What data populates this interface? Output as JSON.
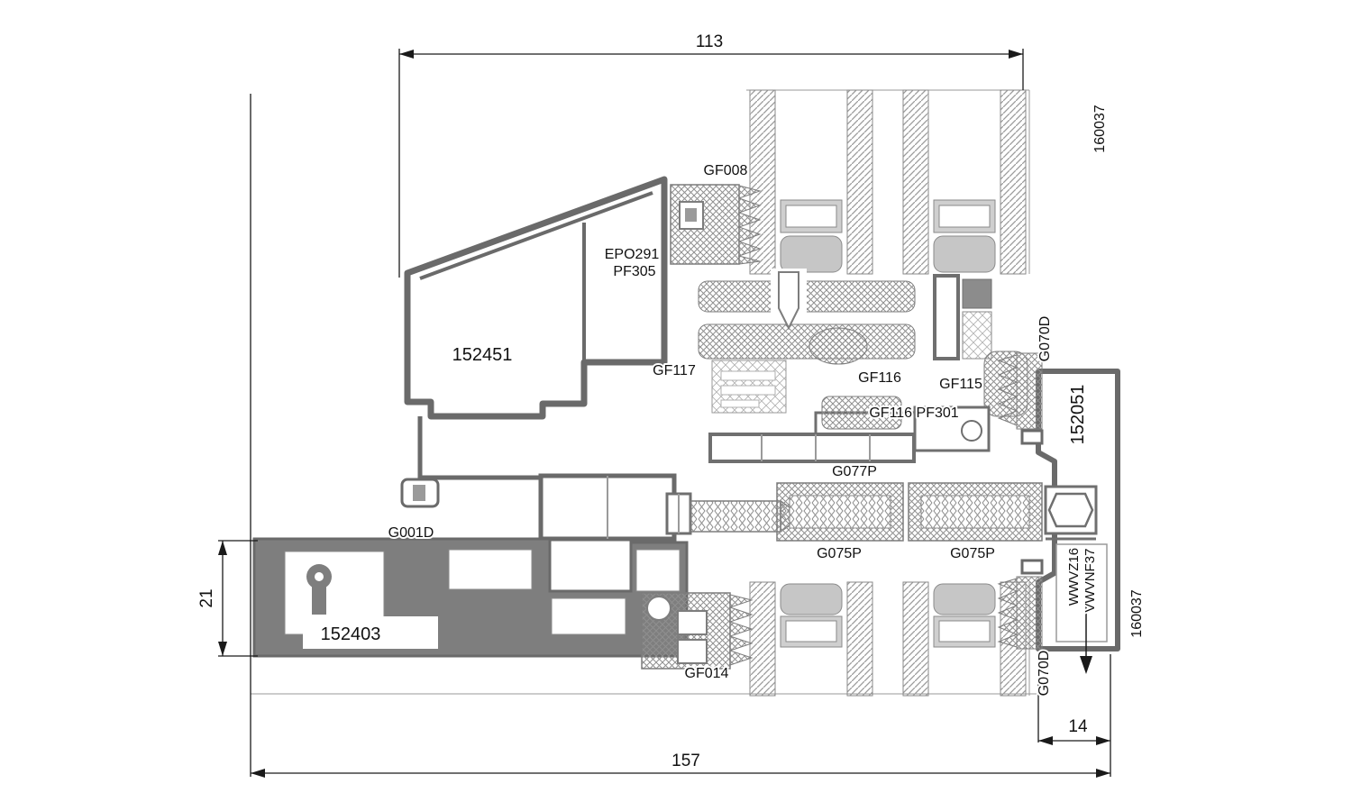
{
  "drawing": {
    "type": "cad-cross-section",
    "dimensions": {
      "top_width": "113",
      "bottom_width": "157",
      "left_height": "21",
      "bottom_right_width": "14"
    },
    "parts": {
      "gf008": "GF008",
      "epo291": "EPO291",
      "pf305": "PF305",
      "profile_152451": "152451",
      "gf117": "GF117",
      "gf116_upper": "GF116",
      "gf115": "GF115",
      "gf116_pf301": "GF116 PF301",
      "g070d_top": "G070D",
      "profile_152051": "152051",
      "g077p": "G077P",
      "g001d": "G001D",
      "g075p_left": "G075P",
      "g075p_right": "G075P",
      "profile_152403": "152403",
      "gf014": "GF014",
      "wwvz16": "WWVZ16",
      "vwvnf37": "VWVNF37",
      "code_160037_top": "160037",
      "code_160037_bottom": "160037",
      "g070d_bottom": "G070D"
    },
    "colors": {
      "profile_fill": "#7e7e7e",
      "outline": "#6a6a6a",
      "dimension_lines": "#1a1a1a",
      "background": "#ffffff"
    }
  }
}
